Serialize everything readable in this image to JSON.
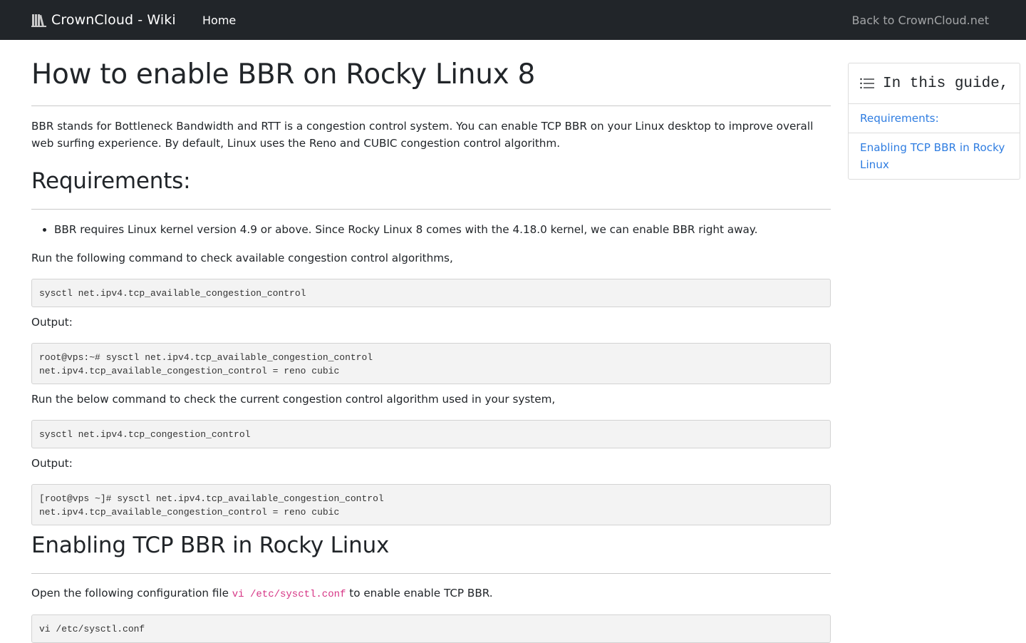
{
  "navbar": {
    "brand": "CrownCloud - Wiki",
    "brand_icon": "library-books-icon",
    "home": "Home",
    "back": "Back to CrownCloud.net",
    "bg_color": "#212529"
  },
  "article": {
    "title": "How to enable BBR on Rocky Linux 8",
    "intro": "BBR stands for Bottleneck Bandwidth and RTT is a congestion control system. You can enable TCP BBR on your Linux desktop to improve overall web surfing experience. By default, Linux uses the Reno and CUBIC congestion control algorithm.",
    "requirements_heading": "Requirements:",
    "requirements": [
      "BBR requires Linux kernel version 4.9 or above. Since Rocky Linux 8 comes with the 4.18.0 kernel, we can enable BBR right away."
    ],
    "run1": "Run the following command to check available congestion control algorithms,",
    "code1": "sysctl net.ipv4.tcp_available_congestion_control",
    "output_label_1": "Output:",
    "code2": "root@vps:~# sysctl net.ipv4.tcp_available_congestion_control\nnet.ipv4.tcp_available_congestion_control = reno cubic",
    "run2": "Run the below command to check the current congestion control algorithm used in your system,",
    "code3": "sysctl net.ipv4.tcp_congestion_control",
    "output_label_2": "Output:",
    "code4": "[root@vps ~]# sysctl net.ipv4.tcp_available_congestion_control\nnet.ipv4.tcp_available_congestion_control = reno cubic",
    "enable_heading": "Enabling TCP BBR in Rocky Linux",
    "open_before": "Open the following configuration file ",
    "open_code": "vi /etc/sysctl.conf",
    "open_after": " to enable enable TCP BBR.",
    "code5": "vi /etc/sysctl.conf"
  },
  "toc": {
    "icon": "list-icon",
    "title": "In this guide,",
    "items": [
      "Requirements:",
      "Enabling TCP BBR in Rocky Linux"
    ],
    "link_color": "#2f7de1"
  }
}
